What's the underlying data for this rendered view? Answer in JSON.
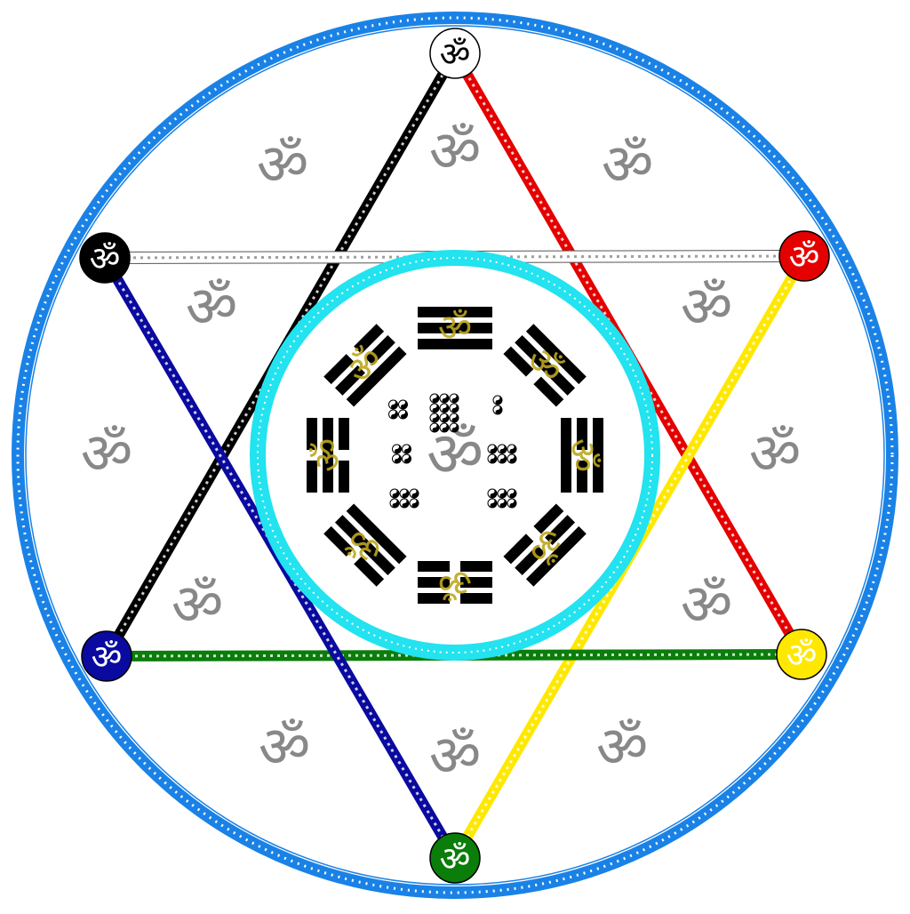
{
  "colors": {
    "outer_ring": "#1a82e6",
    "inner_ring": "#22e3ef",
    "center_glyph_color": "#888888",
    "gold": "#bda71e",
    "line_black": "#000000",
    "line_red": "#e50000",
    "line_white": "#ffffff",
    "line_yellow": "#ffe800",
    "line_green": "#0a7d0a",
    "line_navy": "#0a0aa0"
  },
  "center_glyph": "ॐ",
  "vertex_circles": [
    {
      "id": "top",
      "glyph": "ॐ",
      "fill": "#ffffff",
      "text_color": "#000000"
    },
    {
      "id": "upper-left",
      "glyph": "ॐ",
      "fill": "#000000",
      "text_color": "#ffffff"
    },
    {
      "id": "upper-right",
      "glyph": "ॐ",
      "fill": "#e50000",
      "text_color": "#ffffff"
    },
    {
      "id": "lower-left",
      "glyph": "ॐ",
      "fill": "#0a0aa0",
      "text_color": "#ffffff"
    },
    {
      "id": "lower-right",
      "glyph": "ॐ",
      "fill": "#ffe800",
      "text_color": "#ffffff"
    },
    {
      "id": "bottom",
      "glyph": "ॐ",
      "fill": "#0a7d0a",
      "text_color": "#ffffff"
    }
  ],
  "star_lines": [
    {
      "id": "black",
      "color": "#000000"
    },
    {
      "id": "red",
      "color": "#e50000"
    },
    {
      "id": "white",
      "color": "#ffffff"
    },
    {
      "id": "yellow",
      "color": "#ffe800"
    },
    {
      "id": "green",
      "color": "#0a7d0a"
    },
    {
      "id": "navy",
      "color": "#0a0aa0"
    }
  ],
  "petal_glyphs": [
    "ॐ",
    "ॐ",
    "ॐ",
    "ॐ",
    "ॐ",
    "ॐ",
    "ॐ",
    "ॐ",
    "ॐ",
    "ॐ",
    "ॐ",
    "ॐ"
  ],
  "trigrams": [
    {
      "name": "top",
      "lines": [
        1,
        1,
        1
      ]
    },
    {
      "name": "upper-right",
      "lines": [
        1,
        1,
        0
      ]
    },
    {
      "name": "right",
      "lines": [
        1,
        0,
        1
      ]
    },
    {
      "name": "lower-right",
      "lines": [
        1,
        0,
        0
      ]
    },
    {
      "name": "bottom",
      "lines": [
        0,
        0,
        0
      ]
    },
    {
      "name": "lower-left",
      "lines": [
        0,
        1,
        1
      ]
    },
    {
      "name": "left",
      "lines": [
        0,
        1,
        0
      ]
    },
    {
      "name": "upper-left",
      "lines": [
        0,
        0,
        1
      ]
    }
  ]
}
